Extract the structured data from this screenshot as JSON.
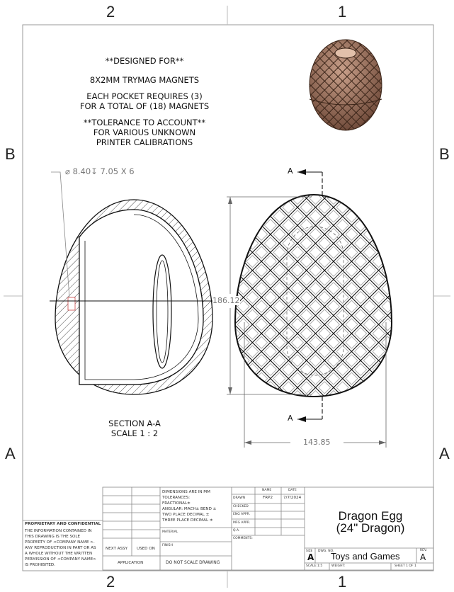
{
  "zones": {
    "top": [
      "2",
      "1"
    ],
    "bottom": [
      "2",
      "1"
    ],
    "left": [
      "B",
      "A"
    ],
    "right": [
      "B",
      "A"
    ]
  },
  "notes": {
    "designed_for": "**DESIGNED FOR**",
    "magnets": "8X2MM TRYMAG MAGNETS",
    "pocket_line1": "EACH POCKET REQUIRES (3)",
    "pocket_line2": "FOR A TOTAL OF (18) MAGNETS",
    "tolerance_line1": "**TOLERANCE TO ACCOUNT**",
    "tolerance_line2": "FOR VARIOUS UNKNOWN",
    "tolerance_line3": "PRINTER CALIBRATIONS"
  },
  "hole_callout": "⌀ 8.40↧ 7.05 X 6",
  "section_view": {
    "label": "SECTION A-A",
    "scale": "SCALE 1 : 2"
  },
  "dimensions": {
    "height": "186.12",
    "width": "143.85"
  },
  "section_markers": {
    "top": "A",
    "bottom": "A"
  },
  "title_block": {
    "dims_note": [
      "DIMENSIONS ARE IN  MM",
      "TOLERANCES:",
      "FRACTIONAL±",
      "ANGULAR: MACH±    BEND ±",
      "TWO PLACE DECIMAL    ±",
      "THREE PLACE DECIMAL   ±"
    ],
    "material_label": "MATERIAL",
    "finish_label": "FINISH",
    "do_not_scale": "DO  NOT  SCALE  DRAWING",
    "next_assy": "NEXT ASSY",
    "used_on": "USED ON",
    "application": "APPLICATION",
    "proprietary_title": "PROPRIETARY AND CONFIDENTIAL",
    "proprietary_text": [
      "THE INFORMATION CONTAINED IN",
      "THIS DRAWING IS THE SOLE",
      "PROPERTY OF <COMPANY NAME >.",
      "ANY REPRODUCTION IN PART OR AS",
      "A WHOLE WITHOUT THE WRITTEN",
      "PERMISSION OF <COMPANY NAME>",
      "IS PROHIBITED."
    ],
    "name_header": "NAME",
    "date_header": "DATE",
    "drawn_label": "DRAWN",
    "drawn_name": "FRP2",
    "drawn_date": "7/7/2024",
    "checked_label": "CHECKED",
    "eng_appr_label": "ENG APPR.",
    "mfg_appr_label": "MFG APPR.",
    "qa_label": "Q.A.",
    "comments_label": "COMMENTS:",
    "title_line1": "Dragon Egg",
    "title_line2": "(24\" Dragon)",
    "size_label": "SIZE",
    "size_value": "A",
    "dwg_no_label": "DWG.  NO.",
    "dwg_no_value": "Toys and Games",
    "rev_label": "REV.",
    "rev_value": "A",
    "scale": "SCALE:1:5",
    "weight": "WEIGHT:",
    "sheet": "SHEET 1 OF 1"
  }
}
